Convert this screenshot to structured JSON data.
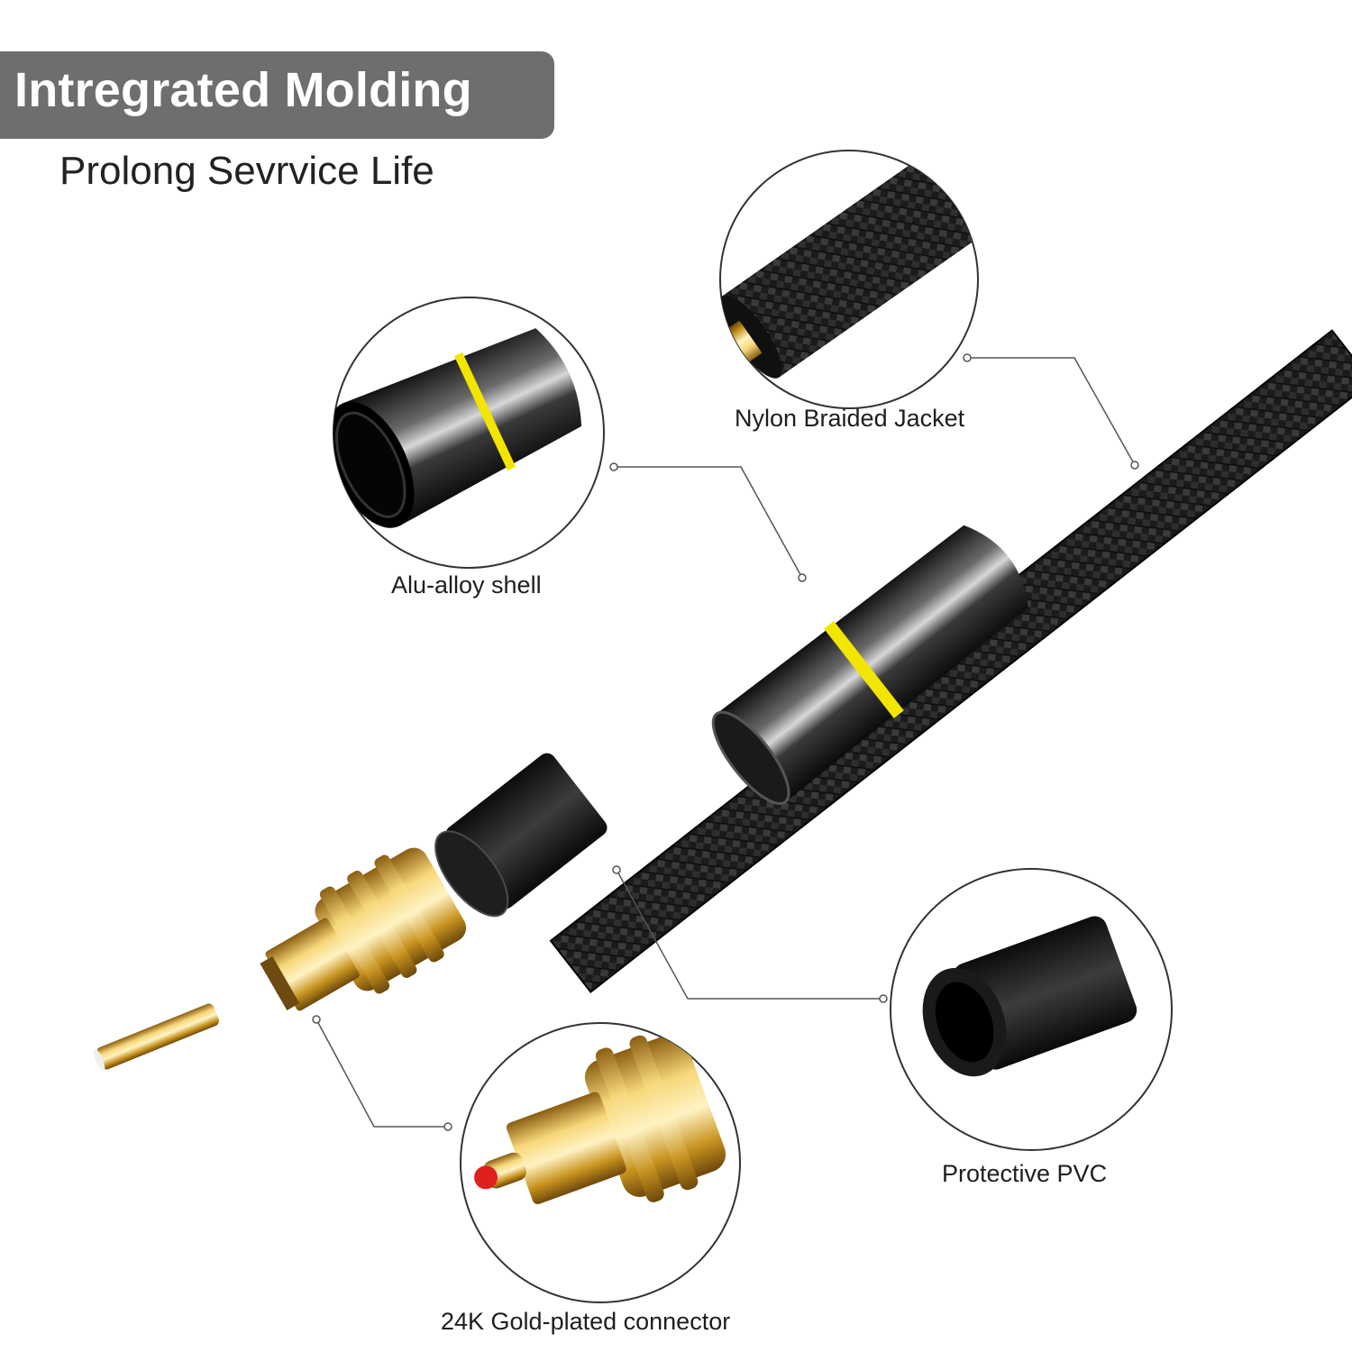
{
  "header": {
    "title": "Intregrated Molding",
    "subtitle": "Prolong Sevrvice Life"
  },
  "callouts": {
    "nylon": "Nylon Braided Jacket",
    "alu": "Alu-alloy shell",
    "pvc": "Protective PVC",
    "gold": "24K Gold-plated connector"
  },
  "colors": {
    "banner": "#6e6e6e",
    "accent_ring": "#f2e600",
    "gold": "#d4a93a",
    "cable": "#1c1c1c"
  }
}
